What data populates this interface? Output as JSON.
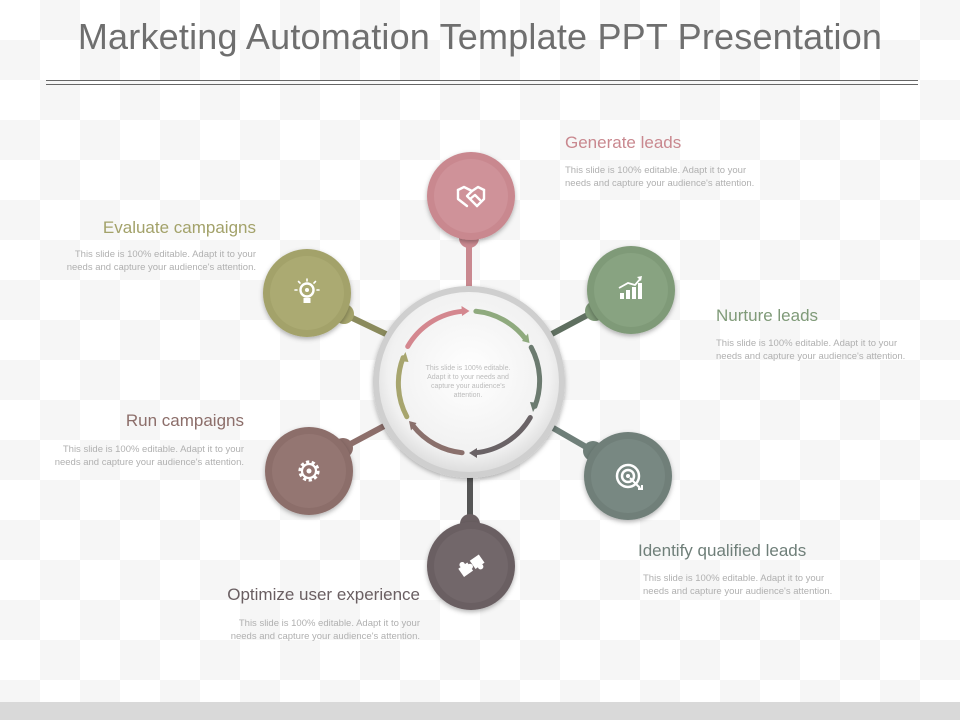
{
  "slide": {
    "title": "Marketing Automation Template PPT Presentation",
    "center_text": "This slide is 100% editable. Adapt it to your needs and capture your audience's attention."
  },
  "nodes": {
    "generate_leads": {
      "label": "Generate leads",
      "desc": "This slide is 100% editable. Adapt it to your needs and capture your audience's attention.",
      "color": "#c9888f",
      "icon": "handshake-icon"
    },
    "nurture_leads": {
      "label": "Nurture leads",
      "desc": "This slide is 100% editable. Adapt it to your needs and capture your audience's attention.",
      "color": "#7f9a78",
      "icon": "growth-chart-icon"
    },
    "identify_qualified_leads": {
      "label": "Identify qualified  leads",
      "desc": "This slide is 100% editable. Adapt it to your needs and capture your audience's attention.",
      "color": "#6f7f79",
      "icon": "target-icon"
    },
    "optimize_user_experience": {
      "label": "Optimize user experience",
      "desc": "This slide is 100% editable. Adapt it to your needs and capture your audience's attention.",
      "color": "#6a5f62",
      "icon": "puzzle-icon"
    },
    "run_campaigns": {
      "label": "Run campaigns",
      "desc": "This slide is 100% editable. Adapt it to your needs and capture your audience's attention.",
      "color": "#8c6e6a",
      "icon": "gear-icon"
    },
    "evaluate_campaigns": {
      "label": "Evaluate campaigns",
      "desc": "This slide is 100% editable. Adapt it to your needs and capture your audience's attention.",
      "color": "#a3a26a",
      "icon": "lightbulb-icon"
    }
  },
  "colors": {
    "title": "#6f6f6f",
    "generate": "#c9888f",
    "nurture": "#7f9a78",
    "identify": "#6f7f79",
    "optimize": "#6a5f62",
    "run": "#8c6e6a",
    "evaluate": "#a3a26a"
  }
}
